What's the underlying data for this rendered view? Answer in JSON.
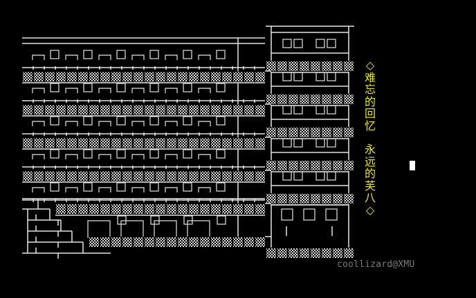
{
  "text_lines": [
    [
      "◇",
      "难",
      "忘",
      "的",
      "回",
      "忆"
    ],
    [
      "永",
      "远",
      "的",
      "芙",
      "八",
      "◇"
    ]
  ],
  "signature": "coollizard@XMU",
  "colors": {
    "background": "#000000",
    "line": "#e6e6e6",
    "text": "#e8e800",
    "signature": "#7a7a7a"
  }
}
